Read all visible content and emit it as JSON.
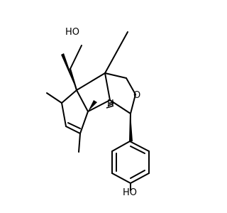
{
  "diagram": {
    "labels": {
      "hydroxyl_top": "HO",
      "hydroxyl_bottom": "HO",
      "stereo_h": "H"
    }
  }
}
